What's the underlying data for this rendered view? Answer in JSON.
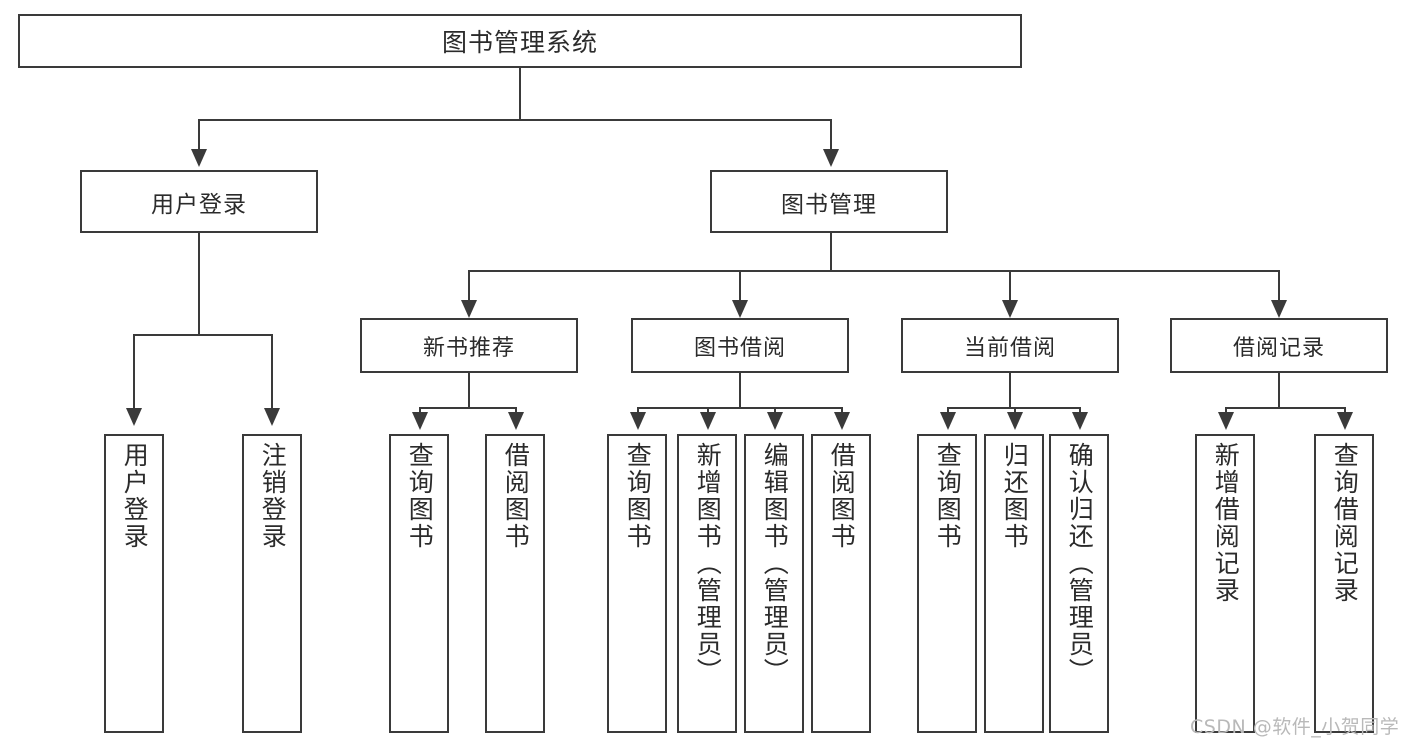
{
  "diagram": {
    "title": "图书管理系统",
    "type": "hierarchy-tree",
    "orientation": "top-down",
    "colors": {
      "stroke": "#3a3a3a",
      "fill": "#ffffff",
      "text": "#2b2b2b",
      "watermark": "#b9b9b9"
    },
    "root": {
      "label": "图书管理系统"
    },
    "level2": [
      {
        "label": "用户登录"
      },
      {
        "label": "图书管理"
      }
    ],
    "level3": [
      {
        "label": "新书推荐"
      },
      {
        "label": "图书借阅"
      },
      {
        "label": "当前借阅"
      },
      {
        "label": "借阅记录"
      }
    ],
    "leaves": {
      "user_login": [
        {
          "label": "用户登录"
        },
        {
          "label": "注销登录"
        }
      ],
      "new_book_recommend": [
        {
          "label": "查询图书"
        },
        {
          "label": "借阅图书"
        }
      ],
      "book_borrow": [
        {
          "label": "查询图书"
        },
        {
          "label": "新增图书（管理员）"
        },
        {
          "label": "编辑图书（管理员）"
        },
        {
          "label": "借阅图书"
        }
      ],
      "current_borrow": [
        {
          "label": "查询图书"
        },
        {
          "label": "归还图书"
        },
        {
          "label": "确认归还（管理员）"
        }
      ],
      "borrow_record": [
        {
          "label": "新增借阅记录"
        },
        {
          "label": "查询借阅记录"
        }
      ]
    }
  },
  "watermark": {
    "text": "CSDN @软件_小贺同学"
  }
}
